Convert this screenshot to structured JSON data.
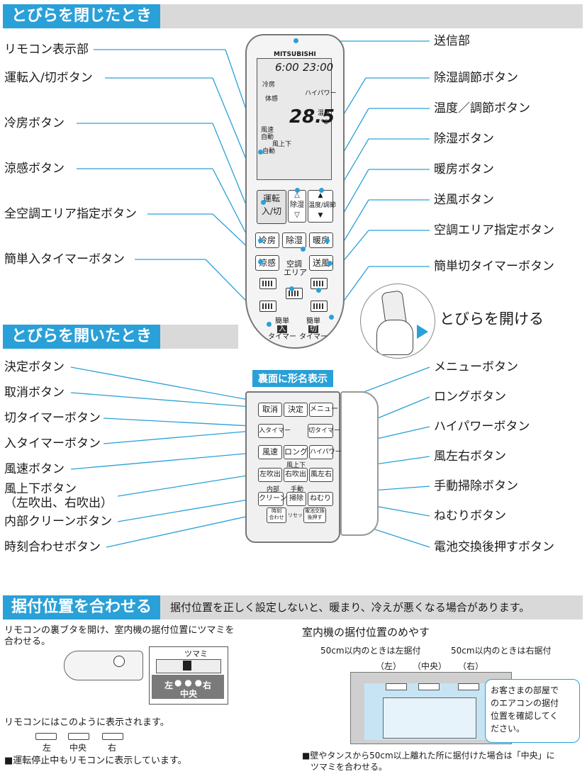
{
  "section1": {
    "title": "とびらを閉じたとき",
    "labels_left": [
      "リモコン表示部",
      "運転入/切ボタン",
      "冷房ボタン",
      "涼感ボタン",
      "全空調エリア指定ボタン",
      "簡単入タイマーボタン"
    ],
    "labels_right": [
      "送信部",
      "除湿調節ボタン",
      "温度／調節ボタン",
      "除湿ボタン",
      "暖房ボタン",
      "送風ボタン",
      "空調エリア指定ボタン",
      "簡単切タイマーボタン"
    ],
    "open_label": "とびらを開ける",
    "remote": {
      "brand": "MITSUBISHI",
      "lcd_time": "6:00",
      "lcd_time2": "23:00",
      "lcd_mode": "冷房",
      "lcd_power": "ハイパワー",
      "lcd_sense": "体感",
      "lcd_temp": "28.5",
      "lcd_temp_unit": "°C",
      "lcd_temp_tag": "温度",
      "lcd_fan": "風速",
      "lcd_auto": "自動",
      "lcd_updown": "風上下",
      "lcd_auto2": "自動",
      "btn_power_1": "運転",
      "btn_power_2": "入/切",
      "btn_dehum_1": "除湿",
      "btn_temp_1": "温度/調節",
      "btn_cool": "冷房",
      "btn_dry": "除湿",
      "btn_heat": "暖房",
      "btn_cool_feel": "涼感",
      "btn_area_1": "空調",
      "btn_area_2": "エリア",
      "btn_fan": "送風",
      "timer_on_1": "簡単",
      "timer_on_2": "入",
      "timer_on_3": "タイマー",
      "timer_off_1": "簡単",
      "timer_off_2": "切",
      "timer_off_3": "タイマー"
    }
  },
  "section2": {
    "title": "とびらを開いたとき",
    "model_note": "裏面に形名表示",
    "labels_left": [
      "決定ボタン",
      "取消ボタン",
      "切タイマーボタン",
      "入タイマーボタン",
      "風速ボタン",
      "風上下ボタン",
      "（左吹出、右吹出）",
      "内部クリーンボタン",
      "時刻合わせボタン"
    ],
    "labels_right": [
      "メニューボタン",
      "ロングボタン",
      "ハイパワーボタン",
      "風左右ボタン",
      "手動掃除ボタン",
      "ねむりボタン",
      "電池交換後押すボタン"
    ],
    "panel": {
      "b_cancel": "取消",
      "b_ok": "決定",
      "b_menu": "メニュー",
      "b_on_timer": "入タイマー",
      "b_off_timer": "切タイマー",
      "b_speed": "風速",
      "b_long": "ロング",
      "b_hipower": "ハイパワー",
      "updown_caption": "風上下",
      "b_left": "左吹出",
      "b_right": "右吹出",
      "b_lr": "風左右",
      "cap_inner": "内部",
      "cap_manual": "手動",
      "b_clean": "クリーン",
      "b_sweep": "掃除",
      "b_sleep": "ねむり",
      "b_clock_1": "時刻",
      "b_clock_2": "合わせ",
      "b_reset": "リセット",
      "b_battery_1": "電池交換",
      "b_battery_2": "後押す"
    }
  },
  "section3": {
    "title": "据付位置を合わせる",
    "subtitle": "据付位置を正しく設定しないと、暖まり、冷えが悪くなる場合があります。",
    "left_text_1": "リモコンの裏ブタを開け、室内機の据付位置にツマミを",
    "left_text_2": "合わせる。",
    "knob_label": "ツマミ",
    "knob_left": "左",
    "knob_right": "右",
    "knob_center": "中央",
    "display_text": "リモコンにはこのように表示されます。",
    "display_left": "左",
    "display_center": "中央",
    "display_right": "右",
    "left_note": "■運転停止中もリモコンに表示しています。",
    "right_title": "室内機の据付位置のめやす",
    "right_left_note": "50cm以内のときは左据付",
    "right_right_note": "50cm以内のときは右据付",
    "pos_left": "（左）",
    "pos_center": "（中央）",
    "pos_right": "（右）",
    "room_note_1": "お客さまの部屋で",
    "room_note_2": "のエアコンの据付",
    "room_note_3": "位置を確認してく",
    "room_note_4": "ださい。",
    "right_note_1": "■壁やタンスから50cm以上離れた所に据付けた場合は「中央」に",
    "right_note_2": "ツマミを合わせる。"
  },
  "colors": {
    "accent": "#2aa0d8",
    "bar": "#d9d9d9"
  }
}
